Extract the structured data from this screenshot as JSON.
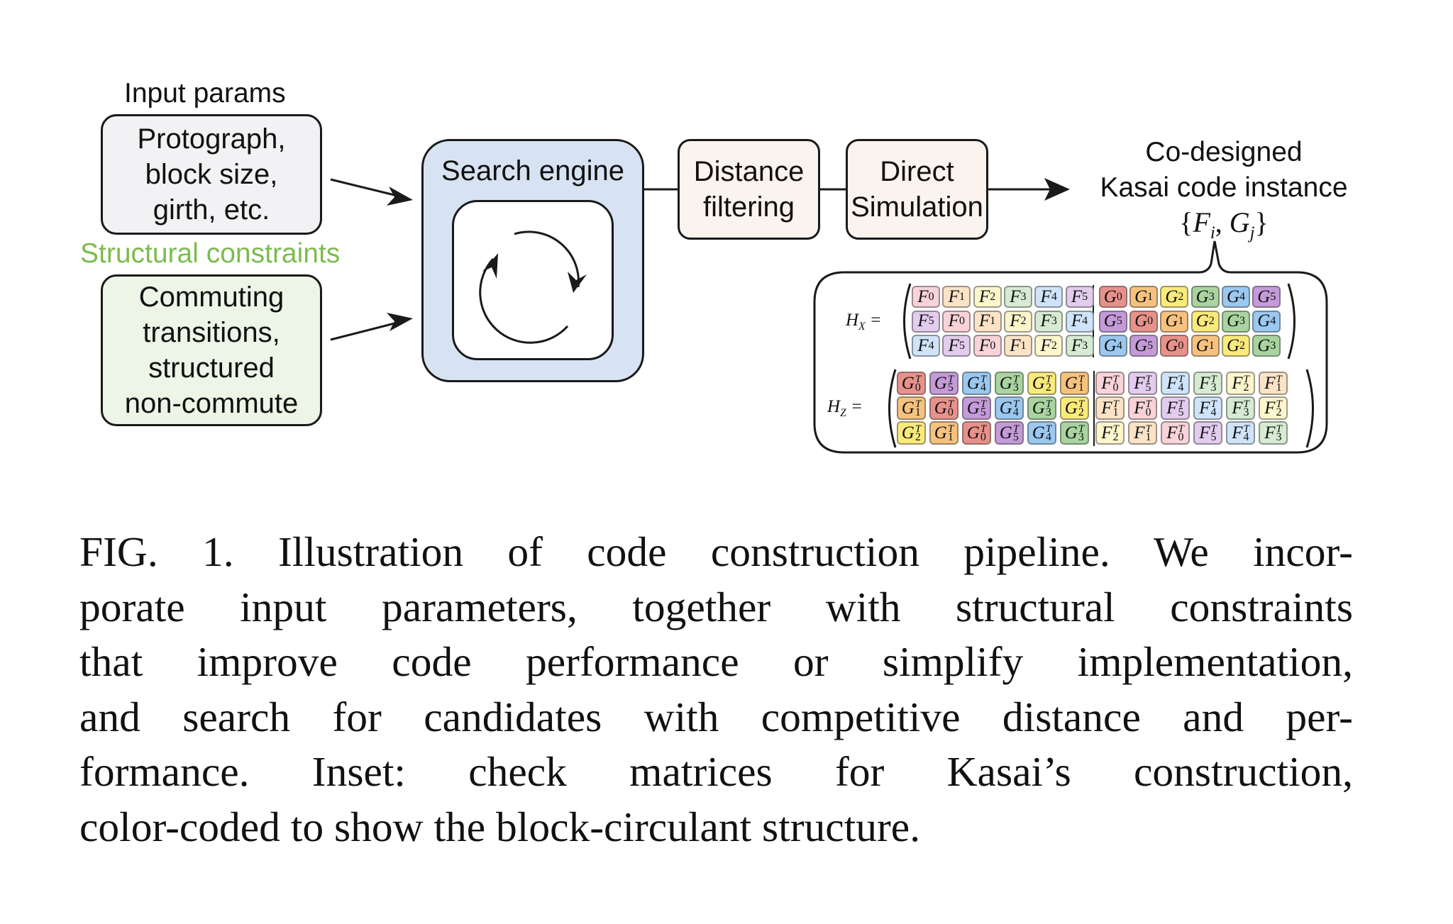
{
  "diagram": {
    "input_params": {
      "heading": "Input params",
      "lines": [
        "Protograph,",
        "block size,",
        "girth, etc."
      ]
    },
    "structural_constraints": {
      "heading": "Structural constraints",
      "heading_color": "#7cbc4e",
      "lines": [
        "Commuting",
        "transitions,",
        "structured",
        "non-commute"
      ]
    },
    "search_engine": {
      "title": "Search engine",
      "icon": "cycle-arrows-icon"
    },
    "distance_filtering": {
      "lines": [
        "Distance",
        "filtering"
      ]
    },
    "direct_simulation": {
      "lines": [
        "Direct",
        "Simulation"
      ]
    },
    "output": {
      "lines": [
        "Co-designed",
        "Kasai code instance"
      ],
      "set_notation": "{F_i, G_j}"
    },
    "inset": {
      "hx_label": "H_X =",
      "hz_label": "H_Z =",
      "colors": {
        "F": [
          "#f9d3d8",
          "#fce3c6",
          "#fdf5cc",
          "#d6ebd2",
          "#cfe4f8",
          "#e3ccee"
        ],
        "G": [
          "#e8918a",
          "#f7c27e",
          "#faea7a",
          "#a9d4a0",
          "#9ac8f0",
          "#c49ad8"
        ]
      },
      "hx_rows": [
        [
          "F0",
          "F1",
          "F2",
          "F3",
          "F4",
          "F5",
          "G0",
          "G1",
          "G2",
          "G3",
          "G4",
          "G5"
        ],
        [
          "F5",
          "F0",
          "F1",
          "F2",
          "F3",
          "F4",
          "G5",
          "G0",
          "G1",
          "G2",
          "G3",
          "G4"
        ],
        [
          "F4",
          "F5",
          "F0",
          "F1",
          "F2",
          "F3",
          "G4",
          "G5",
          "G0",
          "G1",
          "G2",
          "G3"
        ]
      ],
      "hz_rows": [
        [
          "G0T",
          "G5T",
          "G4T",
          "G3T",
          "G2T",
          "G1T",
          "F0T",
          "F5T",
          "F4T",
          "F3T",
          "F2T",
          "F1T"
        ],
        [
          "G1T",
          "G0T",
          "G5T",
          "G4T",
          "G3T",
          "G2T",
          "F1T",
          "F0T",
          "F5T",
          "F4T",
          "F3T",
          "F2T"
        ],
        [
          "G2T",
          "G1T",
          "G0T",
          "G5T",
          "G4T",
          "G3T",
          "F2T",
          "F1T",
          "F0T",
          "F5T",
          "F4T",
          "F3T"
        ]
      ]
    }
  },
  "caption": {
    "lines": [
      "FIG. 1. Illustration of code construction pipeline. We incor-",
      "porate input parameters, together with structural constraints",
      "that improve code performance or simplify implementation,",
      "and search for candidates with competitive distance and per-",
      "formance. Inset: check matrices for Kasai’s construction,",
      "color-coded to show the block-circulant structure."
    ]
  }
}
